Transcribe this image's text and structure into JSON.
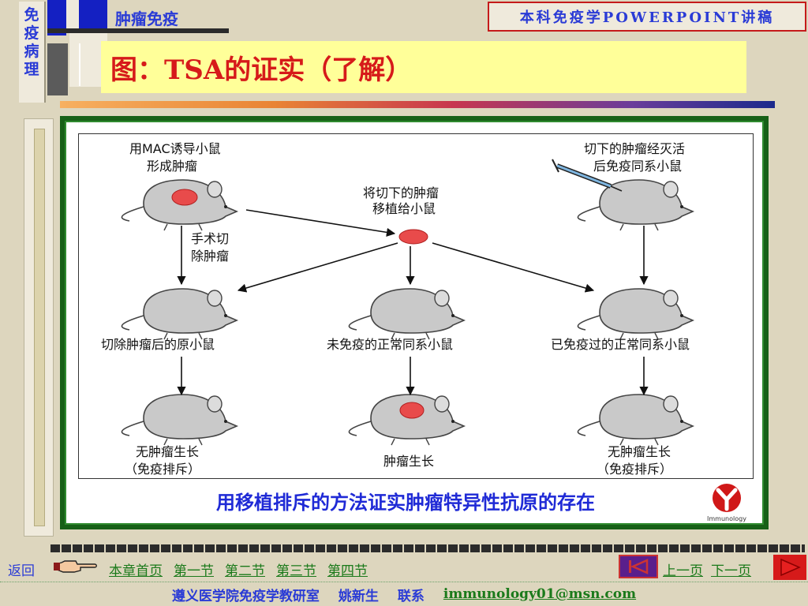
{
  "sidebar": {
    "category_chars": [
      "免",
      "疫",
      "病",
      "理"
    ]
  },
  "header": {
    "chapter": "肿瘤免疫",
    "course": "本科免疫学POWERPOINT讲稿",
    "title": "图：TSA的证实（了解）"
  },
  "figure": {
    "labels": {
      "mac_induce_1": "用MAC诱导小鼠",
      "mac_induce_2": "形成肿瘤",
      "inactivated_1": "切下的肿瘤经灭活",
      "inactivated_2": "后免疫同系小鼠",
      "transplant_1": "将切下的肿瘤",
      "transplant_2": "移植给小鼠",
      "surgery_1": "手术切",
      "surgery_2": "除肿瘤",
      "orig_mouse": "切除肿瘤后的原小鼠",
      "unimmunized": "未免疫的正常同系小鼠",
      "immunized": "已免疫过的正常同系小鼠",
      "no_tumor_1": "无肿瘤生长",
      "no_tumor_2": "（免疫排斥）",
      "tumor_grow": "肿瘤生长",
      "no_tumor_3": "无肿瘤生长",
      "no_tumor_4": "（免疫排斥）"
    },
    "caption": "用移植排斥的方法证实肿瘤特异性抗原的存在",
    "logo_text": "Immunology"
  },
  "nav": {
    "back": "返回",
    "links": [
      "本章首页",
      "第一节",
      "第二节",
      "第三节",
      "第四节"
    ],
    "prev": "上一页",
    "next": "下一页"
  },
  "footer": {
    "org": "遵义医学院免疫学教研室",
    "author": "姚新生",
    "contact_label": "联系",
    "email": "immunology01@msn.com"
  },
  "colors": {
    "accent_blue": "#2a3bd6",
    "title_red": "#d61a1a",
    "link_green": "#1b7a1b",
    "frame_green": "#176017"
  }
}
